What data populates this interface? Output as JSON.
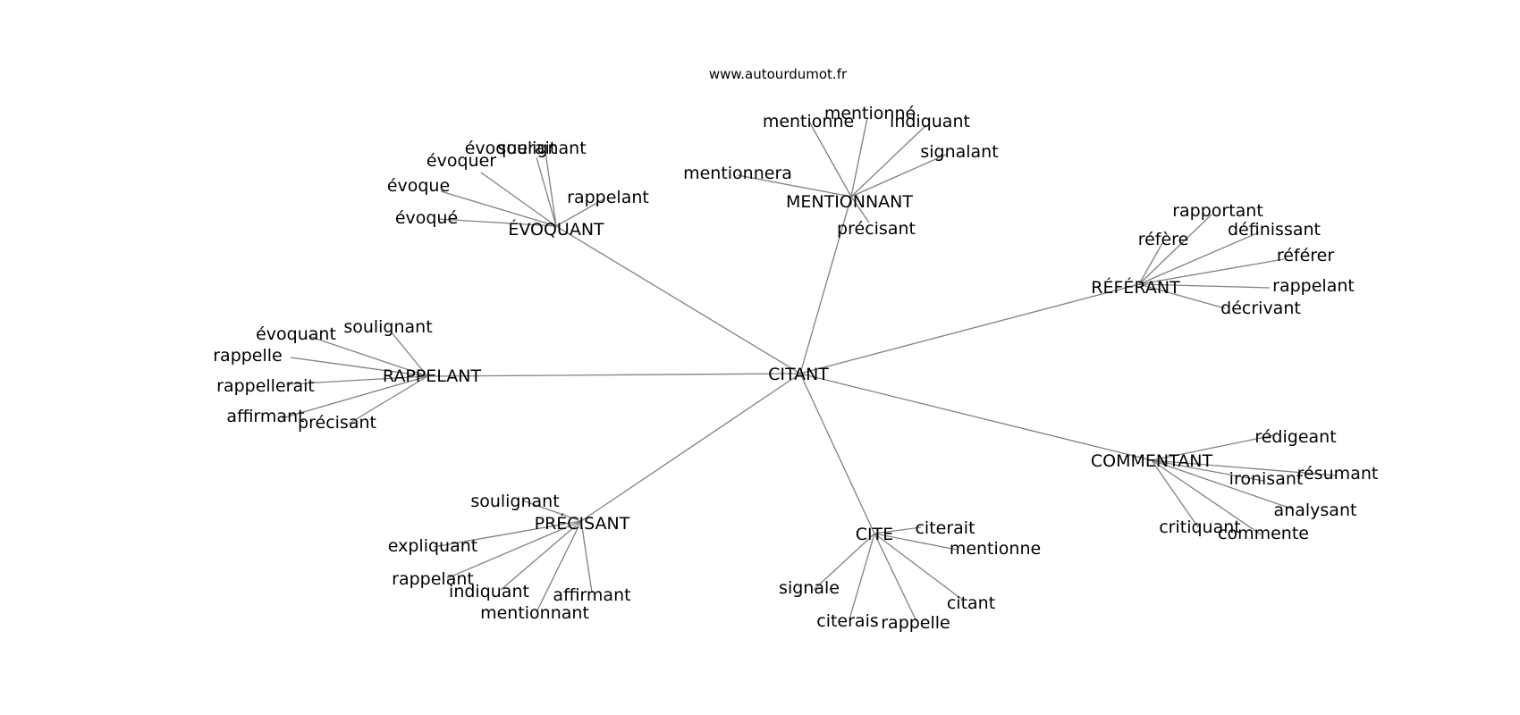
{
  "source": "www.autourdumot.fr",
  "graph": {
    "root": "CITANT",
    "groups": [
      {
        "hub": "ÉVOQUANT",
        "leaves": [
          "évoquerait",
          "soulignant",
          "évoquer",
          "évoque",
          "évoqué",
          "rappelant"
        ]
      },
      {
        "hub": "MENTIONNANT",
        "leaves": [
          "mentionne",
          "mentionné",
          "indiquant",
          "signalant",
          "mentionnera",
          "précisant"
        ]
      },
      {
        "hub": "RÉFÉRANT",
        "leaves": [
          "rapportant",
          "réfère",
          "définissant",
          "référer",
          "rappelant",
          "décrivant"
        ]
      },
      {
        "hub": "RAPPELANT",
        "leaves": [
          "soulignant",
          "évoquant",
          "rappelle",
          "rappellerait",
          "affirmant",
          "précisant"
        ]
      },
      {
        "hub": "COMMENTANT",
        "leaves": [
          "rédigeant",
          "résumant",
          "ironisant",
          "analysant",
          "critiquant",
          "commente"
        ]
      },
      {
        "hub": "PRÉCISANT",
        "leaves": [
          "soulignant",
          "expliquant",
          "rappelant",
          "indiquant",
          "affirmant",
          "mentionnant"
        ]
      },
      {
        "hub": "CITE",
        "leaves": [
          "citerait",
          "mentionne",
          "signale",
          "citant",
          "citerais",
          "rappelle"
        ]
      }
    ]
  }
}
